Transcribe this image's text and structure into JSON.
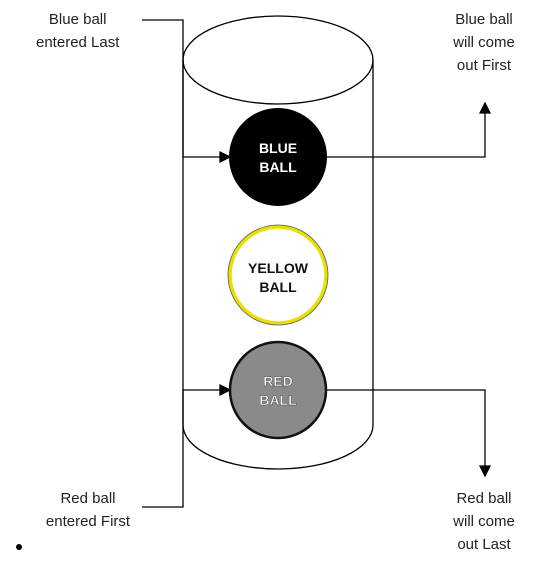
{
  "labels": {
    "blue_entered": [
      "Blue ball",
      "entered Last"
    ],
    "blue_out": [
      "Blue ball",
      "will come",
      "out First"
    ],
    "red_entered": [
      "Red ball",
      "entered First"
    ],
    "red_out": [
      "Red ball",
      "will come",
      "out Last"
    ]
  },
  "balls": {
    "blue": {
      "lines": [
        "BLUE",
        "BALL"
      ],
      "fill": "#000000",
      "stroke": "#000000",
      "text_color": "#ffffff"
    },
    "yellow": {
      "lines": [
        "YELLOW",
        "BALL"
      ],
      "fill": "#ffffff",
      "stroke": "#e8e000",
      "text_color": "#111111"
    },
    "red": {
      "lines": [
        "RED",
        "BALL"
      ],
      "fill": "#8a8a8a",
      "stroke": "#111111",
      "text_color": "#ffffff"
    }
  },
  "colors": {
    "line": "#000000"
  }
}
